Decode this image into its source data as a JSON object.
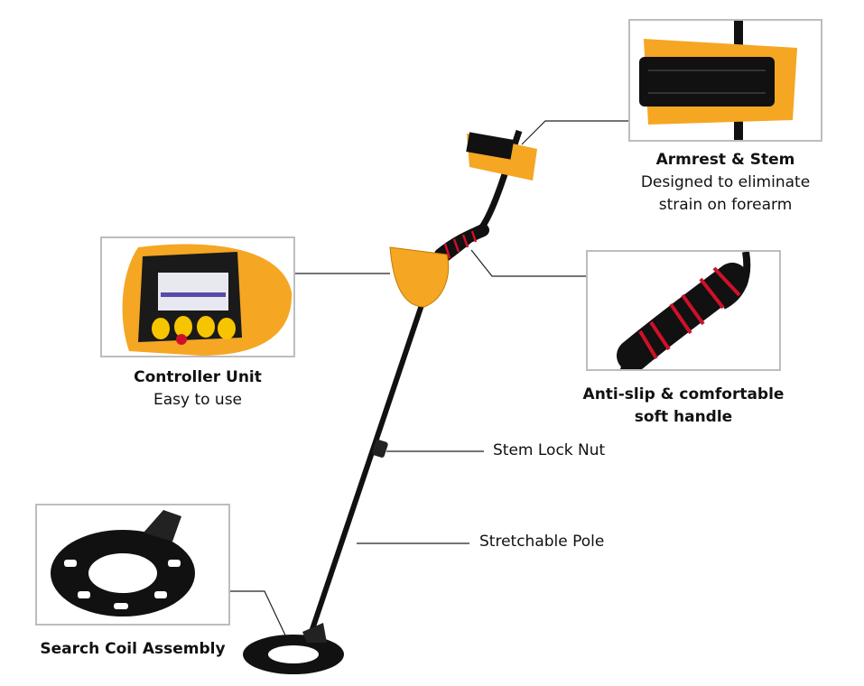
{
  "callouts": {
    "armrest": {
      "title": "Armrest & Stem",
      "line1": "Designed to eliminate",
      "line2": "strain on forearm"
    },
    "controller": {
      "title": "Controller Unit",
      "line1": "Easy to use"
    },
    "handle": {
      "line1": "Anti-slip & comfortable",
      "line2": "soft handle"
    },
    "stem_lock": {
      "label": "Stem Lock Nut"
    },
    "pole": {
      "label": "Stretchable Pole"
    },
    "coil": {
      "title": "Search Coil Assembly"
    }
  },
  "colors": {
    "yellow": "#f5a623",
    "black": "#111111",
    "red": "#d0102a",
    "border": "#bdbdbd"
  }
}
